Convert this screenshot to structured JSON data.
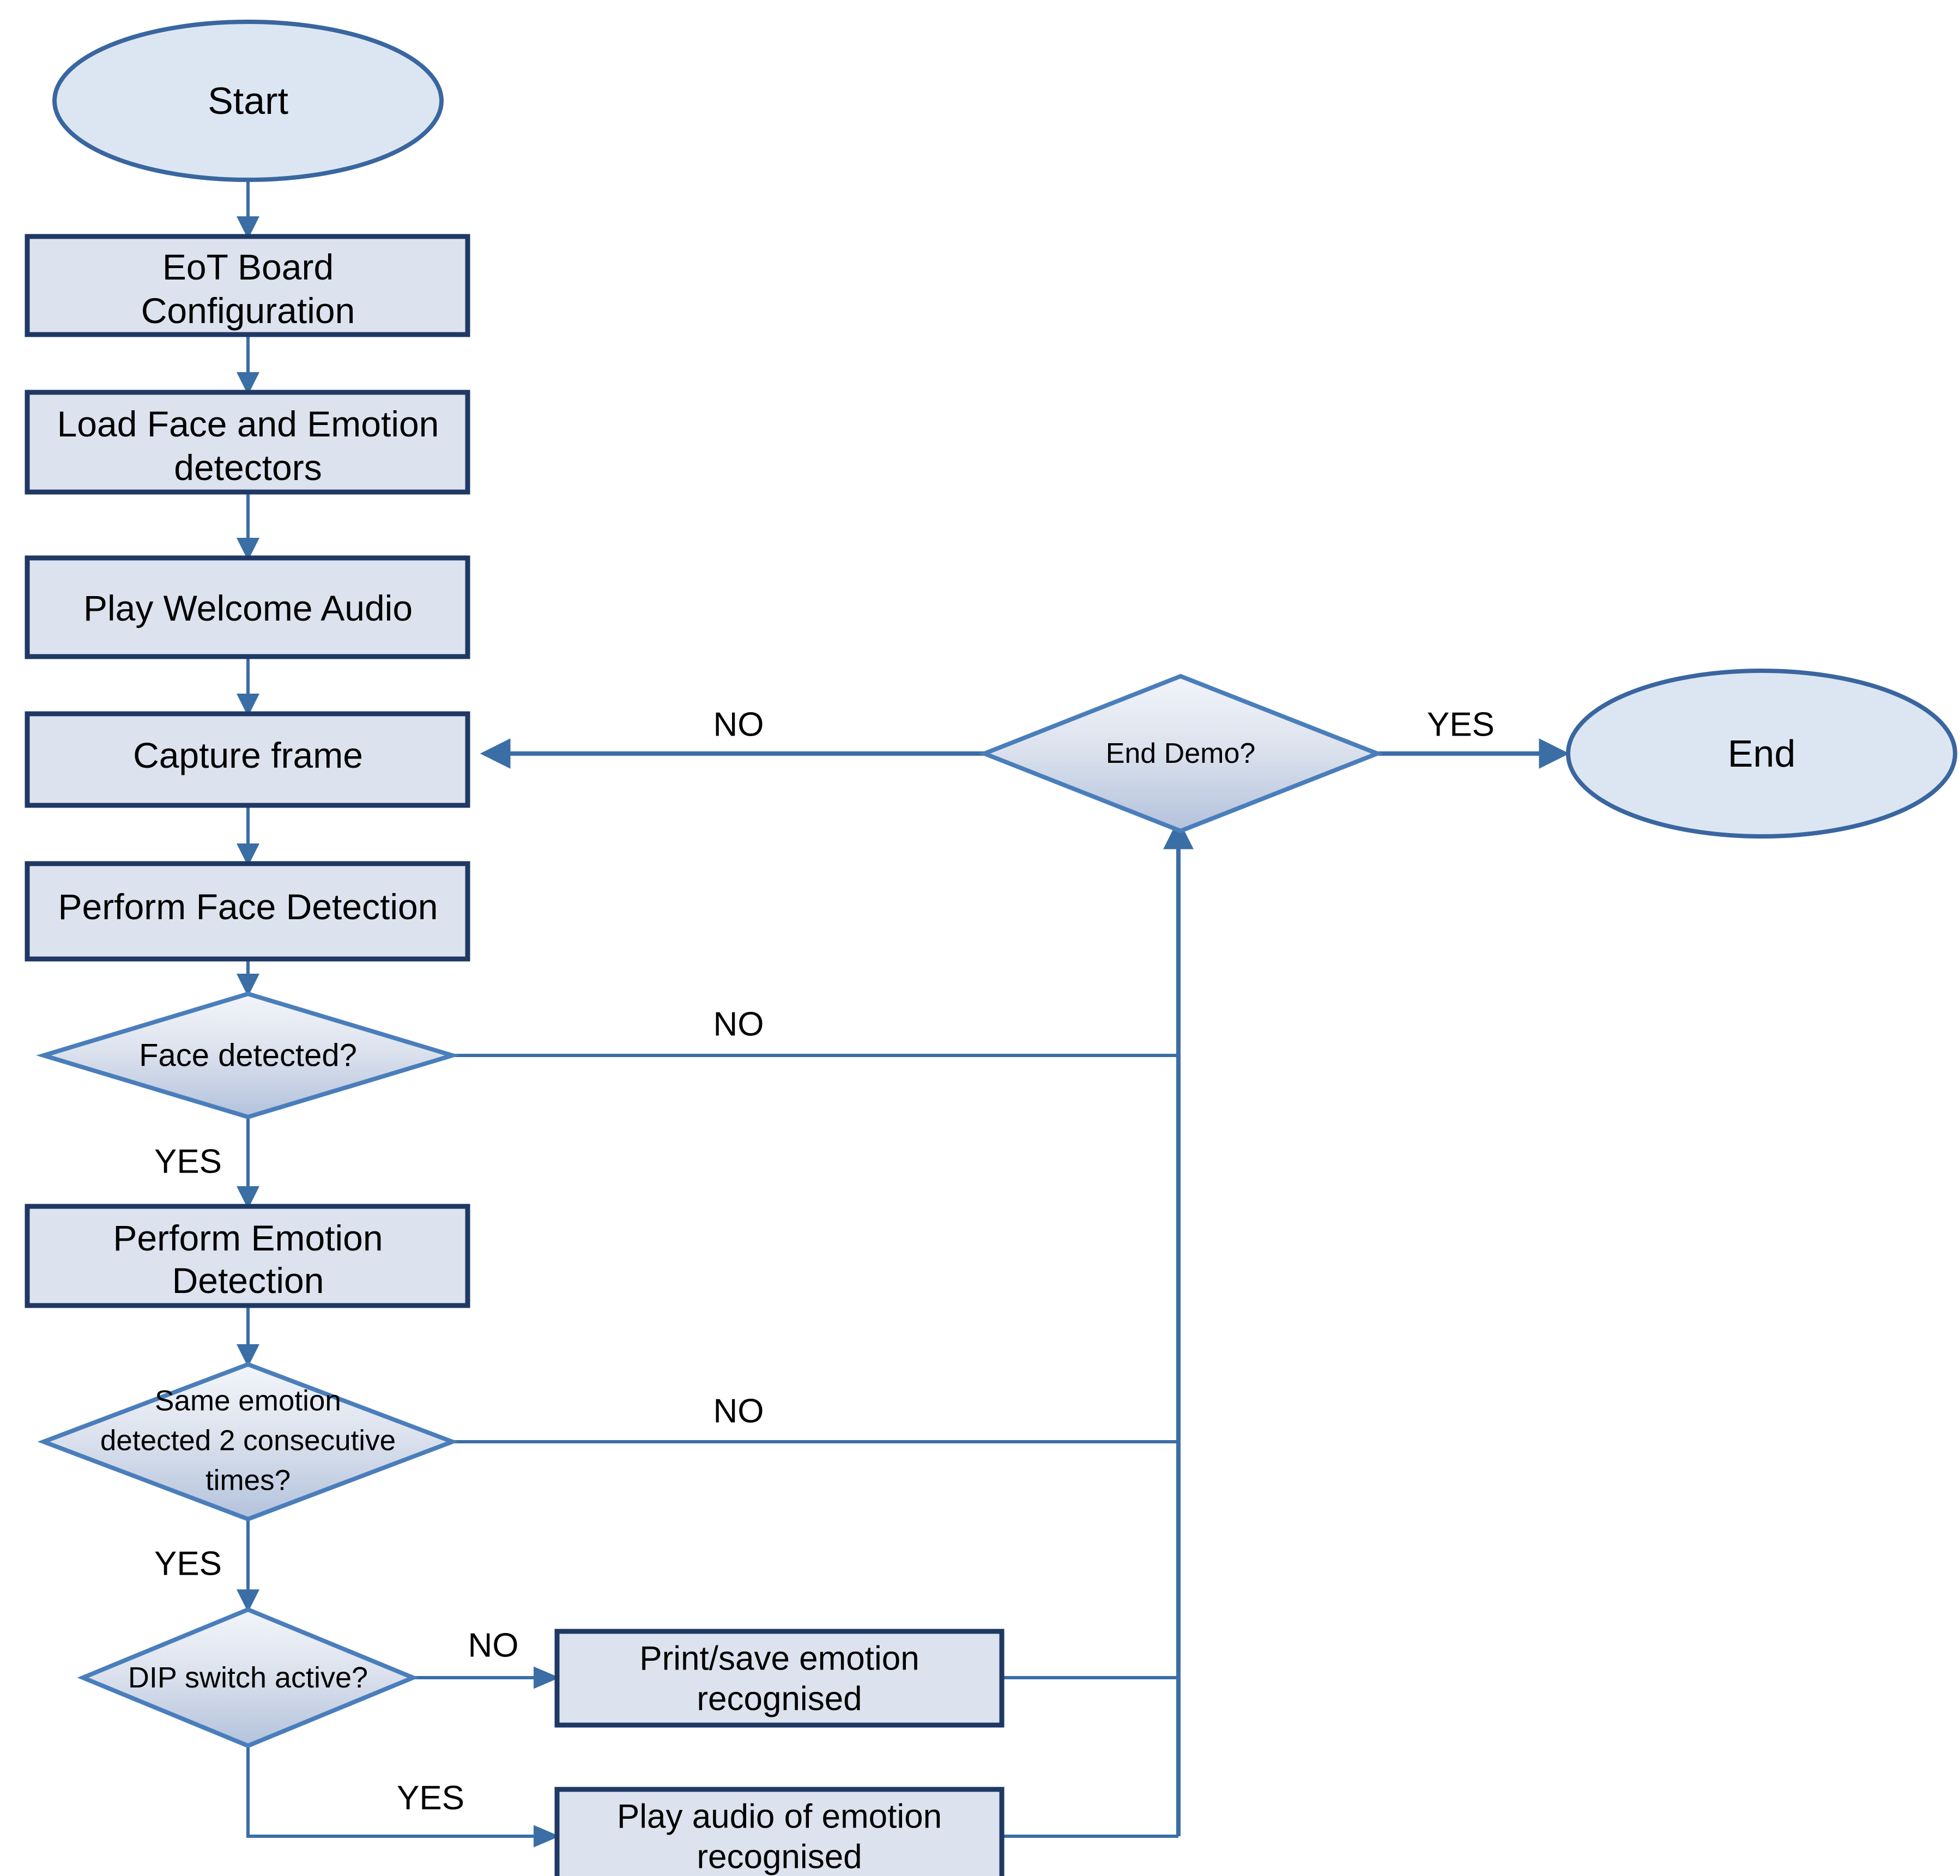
{
  "diagram": {
    "type": "flowchart",
    "title": "Emotion Recognition Demo Flowchart",
    "colors": {
      "process_fill": "#dce3ef",
      "process_border": "#1f3864",
      "terminator_fill": "#dce6f2",
      "terminator_border": "#3a66a0",
      "decision_fill_top": "#eef2f8",
      "decision_fill_bottom": "#b7c4dd",
      "decision_border": "#4a7ebb",
      "connector": "#3a6ea5",
      "text": "#000000"
    },
    "nodes": [
      {
        "id": "start",
        "shape": "terminator",
        "label": "Start"
      },
      {
        "id": "config",
        "shape": "process",
        "label": "EoT Board Configuration",
        "lines": [
          "EoT Board",
          "Configuration"
        ]
      },
      {
        "id": "load",
        "shape": "process",
        "label": "Load Face and Emotion detectors",
        "lines": [
          "Load Face and Emotion",
          "detectors"
        ]
      },
      {
        "id": "welcome",
        "shape": "process",
        "label": "Play Welcome Audio",
        "lines": [
          "Play Welcome Audio"
        ]
      },
      {
        "id": "capture",
        "shape": "process",
        "label": "Capture frame",
        "lines": [
          "Capture frame"
        ]
      },
      {
        "id": "facedet",
        "shape": "process",
        "label": "Perform Face Detection",
        "lines": [
          "Perform Face Detection"
        ]
      },
      {
        "id": "facedec",
        "shape": "decision",
        "label": "Face detected?",
        "lines": [
          "Face detected?"
        ]
      },
      {
        "id": "emotiondet",
        "shape": "process",
        "label": "Perform Emotion Detection",
        "lines": [
          "Perform Emotion",
          "Detection"
        ]
      },
      {
        "id": "sameemotion",
        "shape": "decision",
        "label": "Same emotion detected 2 consecutive times?",
        "lines": [
          "Same emotion",
          "detected 2 consecutive",
          "times?"
        ]
      },
      {
        "id": "dip",
        "shape": "decision",
        "label": "DIP  switch active?",
        "lines": [
          "DIP  switch active?"
        ]
      },
      {
        "id": "printsave",
        "shape": "process",
        "label": "Print/save emotion recognised",
        "lines": [
          "Print/save emotion",
          "recognised"
        ]
      },
      {
        "id": "playaudio",
        "shape": "process",
        "label": "Play audio of emotion recognised",
        "lines": [
          "Play audio of emotion",
          "recognised"
        ]
      },
      {
        "id": "enddemo",
        "shape": "decision",
        "label": "End Demo?",
        "lines": [
          "End Demo?"
        ]
      },
      {
        "id": "end",
        "shape": "terminator",
        "label": "End"
      }
    ],
    "edges": [
      {
        "from": "start",
        "to": "config",
        "label": ""
      },
      {
        "from": "config",
        "to": "load",
        "label": ""
      },
      {
        "from": "load",
        "to": "welcome",
        "label": ""
      },
      {
        "from": "welcome",
        "to": "capture",
        "label": ""
      },
      {
        "from": "capture",
        "to": "facedet",
        "label": ""
      },
      {
        "from": "facedet",
        "to": "facedec",
        "label": ""
      },
      {
        "from": "facedec",
        "to": "emotiondet",
        "label": "YES"
      },
      {
        "from": "facedec",
        "to": "enddemo",
        "label": "NO"
      },
      {
        "from": "emotiondet",
        "to": "sameemotion",
        "label": ""
      },
      {
        "from": "sameemotion",
        "to": "dip",
        "label": "YES"
      },
      {
        "from": "sameemotion",
        "to": "enddemo",
        "label": "NO"
      },
      {
        "from": "dip",
        "to": "printsave",
        "label": "NO"
      },
      {
        "from": "dip",
        "to": "playaudio",
        "label": "YES"
      },
      {
        "from": "printsave",
        "to": "enddemo",
        "label": ""
      },
      {
        "from": "playaudio",
        "to": "enddemo",
        "label": ""
      },
      {
        "from": "enddemo",
        "to": "capture",
        "label": "NO"
      },
      {
        "from": "enddemo",
        "to": "end",
        "label": "YES"
      }
    ],
    "edge_labels": {
      "enddemo_no": "NO",
      "enddemo_yes": "YES",
      "facedec_no": "NO",
      "facedec_yes": "YES",
      "sameemotion_no": "NO",
      "sameemotion_yes": "YES",
      "dip_no": "NO",
      "dip_yes": "YES"
    }
  }
}
